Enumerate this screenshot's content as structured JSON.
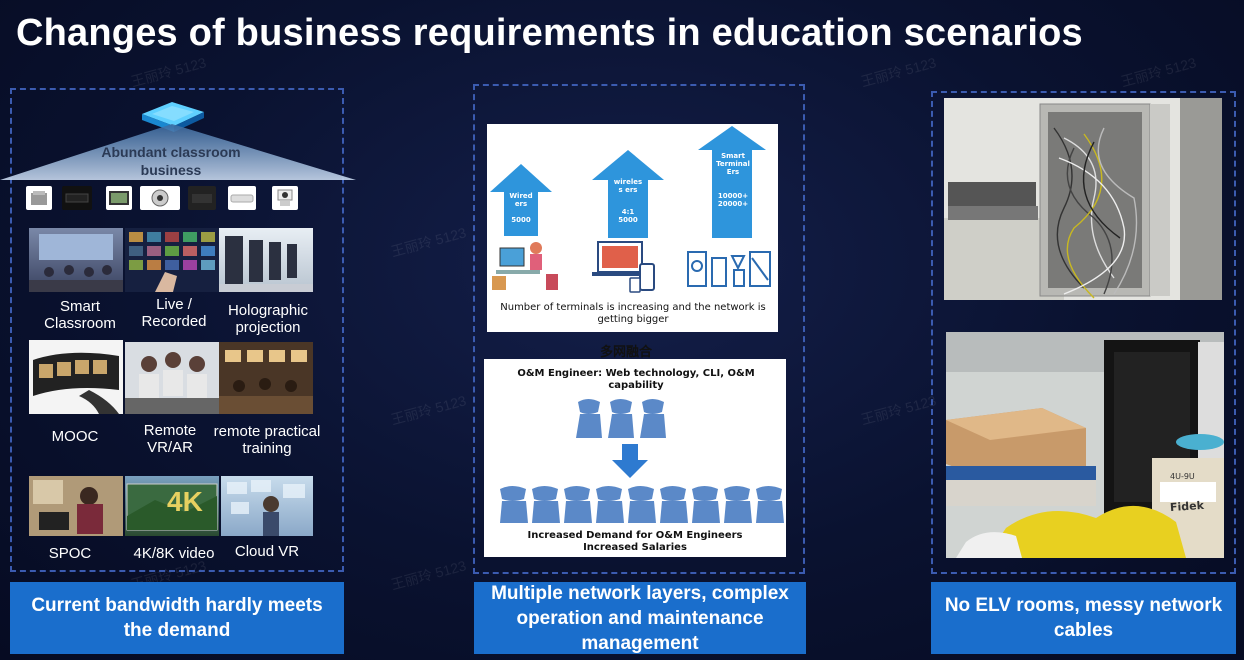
{
  "title": "Changes of business requirements in education scenarios",
  "left": {
    "header": "Abundant classroom business",
    "tiles": [
      {
        "label": "Smart Classroom"
      },
      {
        "label": "Live / Recorded"
      },
      {
        "label": "Holographic projection"
      },
      {
        "label": "MOOC"
      },
      {
        "label": "Remote VR/AR"
      },
      {
        "label": "remote practical training"
      },
      {
        "label": "SPOC"
      },
      {
        "label": "4K/8K video"
      },
      {
        "label": "Cloud VR"
      }
    ],
    "tile_4k_text": "4K",
    "caption": "Current bandwidth hardly meets the demand"
  },
  "middle": {
    "arrows": [
      {
        "lines": [
          "Wired",
          "ers",
          "",
          "5000"
        ]
      },
      {
        "lines": [
          "wireles",
          "s ers",
          "",
          "4:1",
          "5000"
        ]
      },
      {
        "lines": [
          "Smart",
          "Terminal",
          "Ers",
          "",
          "10000+",
          "20000+"
        ]
      }
    ],
    "card1_caption": "Number of terminals is increasing and the network is getting bigger",
    "chinese_label": "多网融合",
    "card2_title": "O&M Engineer: Web technology, CLI, O&M capability",
    "card2_caption_line1": "Increased Demand for O&M Engineers",
    "card2_caption_line2": "Increased Salaries",
    "caption": "Multiple network layers, complex operation and maintenance management"
  },
  "right": {
    "box_label": "Fidek",
    "box_label2": "4U-9U",
    "caption": "No ELV rooms, messy network cables"
  },
  "watermark": "王丽玲 5123",
  "colors": {
    "background": "#0a1230",
    "panel_border": "#3b5bb0",
    "caption_box": "#1a6ecc",
    "arrow": "#2e95dc",
    "people": "#5b89c8"
  }
}
